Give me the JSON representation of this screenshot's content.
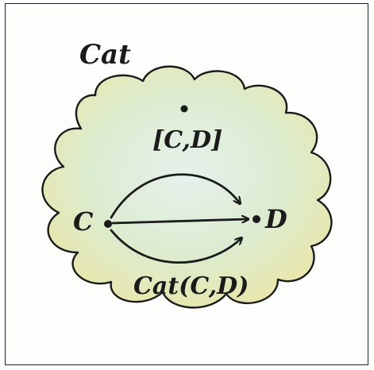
{
  "diagram": {
    "title": "Cat",
    "objects": {
      "source": "C",
      "target": "D",
      "functor_category": "[C,D]"
    },
    "hom_label": "Cat(C,D)",
    "colors": {
      "ink": "#1b1b1b",
      "cloud_green": "#dcecd0",
      "cloud_yellow": "#e9e6a8",
      "cloud_blue": "#e3eef0"
    }
  }
}
